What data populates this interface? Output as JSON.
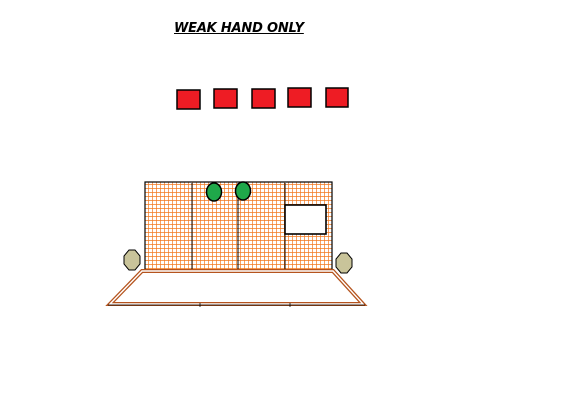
{
  "title": "WEAK HAND ONLY",
  "colors": {
    "target": "#ee1c24",
    "wall_grid": "#f2781e",
    "wall_bg": "#ffffff",
    "port": "#1fa84a",
    "barrel": "#c9c49a",
    "fault_line": "#b5541e"
  },
  "targets": {
    "count": 5,
    "shape": "rectangle",
    "icon": "steel-target-icon"
  },
  "wall": {
    "panels": 4,
    "ports": 2,
    "window": 1
  },
  "barrels": {
    "count": 2,
    "icon": "barrel-icon"
  }
}
